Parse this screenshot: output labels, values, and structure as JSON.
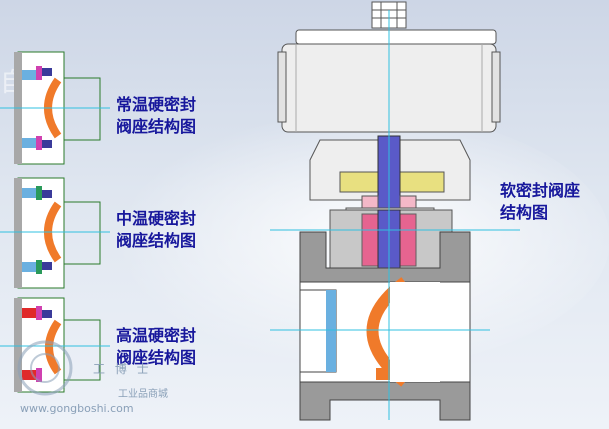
{
  "labels": {
    "room_temp": [
      "常温硬密封",
      "阀座结构图"
    ],
    "mid_temp": [
      "中温硬密封",
      "阀座结构图"
    ],
    "high_temp": [
      "高温硬密封",
      "阀座结构图"
    ],
    "soft_seal": [
      "软密封阀座",
      "结构图"
    ]
  },
  "watermark": {
    "brand": "工 博 士",
    "sub": "工业品商城",
    "url": "www.gongboshi.com"
  },
  "colors": {
    "label_text": "#17179c",
    "seat_orange": "#f07a2a",
    "body_gray": "#9a9a9a",
    "stem_blue": "#5a5ac8",
    "seal_pink": "#ea5a8a",
    "packing_yellow": "#e8e080",
    "spring_cyan": "#30b0c8"
  },
  "icons": [
    "watermark-logo-icon"
  ]
}
